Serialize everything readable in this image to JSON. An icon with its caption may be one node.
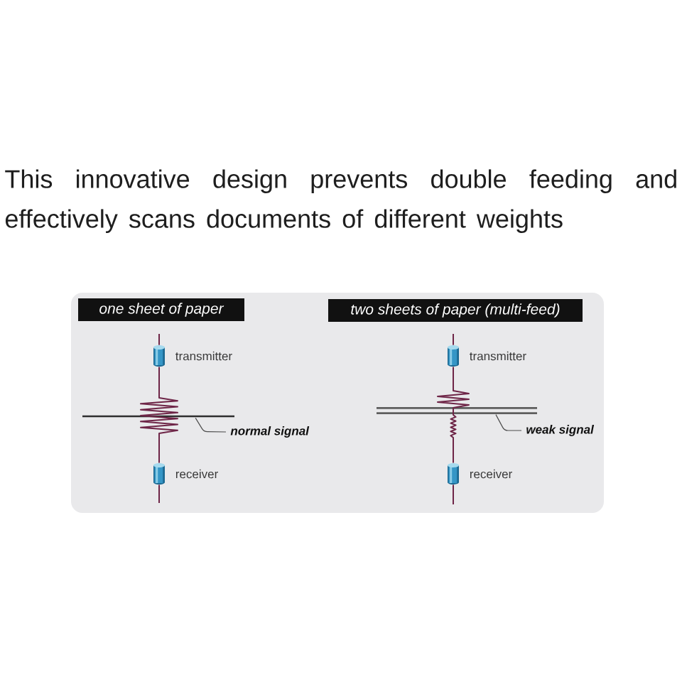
{
  "diagram": {
    "title": "This innovative design prevents double feeding and effectively scans documents of different weights",
    "nodes": [
      {
        "text": [],
        "shape": "box"
      },
      {
        "text": [
          "one sheet of paper"
        ],
        "in": 0
      },
      {
        "text": [],
        "shape": "cylinder",
        "beside": [
          "transmitter"
        ],
        "in": 0
      },
      {
        "text": [],
        "shape": "cylinder",
        "beside": [
          "receiver"
        ],
        "in": 0
      },
      {
        "text": [
          "normal signal"
        ],
        "in": 0
      },
      {
        "text": [
          "two sheets of paper (multi-feed)"
        ],
        "in": 0
      },
      {
        "text": [],
        "shape": "cylinder",
        "beside": [
          "transmitter"
        ],
        "in": 0
      },
      {
        "text": [],
        "shape": "cylinder",
        "beside": [
          "receiver"
        ],
        "in": 0
      },
      {
        "text": [
          "weak signal"
        ],
        "in": 0
      }
    ],
    "edges": [
      {
        "from": null,
        "to": 2,
        "arrow": "none"
      },
      {
        "from": 2,
        "to": 3,
        "arrow": "none"
      },
      {
        "from": 3,
        "to": null,
        "arrow": "none"
      },
      {
        "from": 4,
        "to": null,
        "arrow": "none",
        "color": "#4d4d4d"
      },
      {
        "from": null,
        "to": 6,
        "arrow": "none"
      },
      {
        "from": 6,
        "to": 7,
        "arrow": "none"
      },
      {
        "from": 7,
        "to": null,
        "arrow": "none"
      },
      {
        "from": 8,
        "to": null,
        "arrow": "none",
        "color": "#4d4d4d"
      }
    ]
  }
}
